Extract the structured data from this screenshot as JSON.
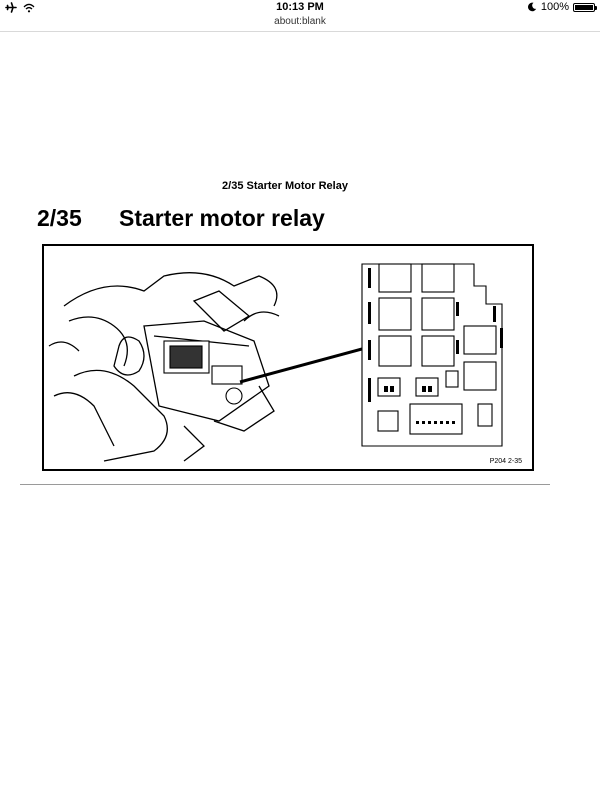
{
  "status_bar": {
    "time": "10:13 PM",
    "battery_percent": "100%",
    "icons": [
      "airplane-icon",
      "wifi-icon",
      "moon-icon",
      "battery-icon"
    ]
  },
  "browser": {
    "url": "about:blank"
  },
  "page": {
    "title": "2/35 Starter Motor Relay",
    "heading_number": "2/35",
    "heading_text": "Starter motor relay",
    "figure_caption": "P204  2-35"
  }
}
